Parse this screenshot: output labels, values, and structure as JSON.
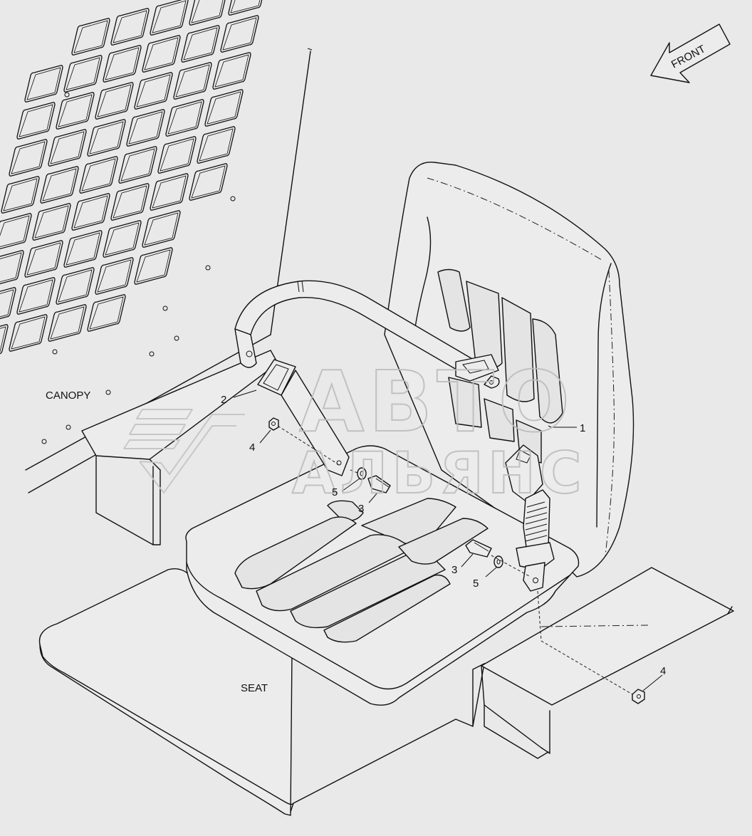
{
  "labels": {
    "front": "FRONT",
    "canopy": "CANOPY",
    "seat": "SEAT"
  },
  "callouts": [
    "1",
    "2",
    "3",
    "3",
    "4",
    "4",
    "5",
    "5"
  ],
  "watermark": {
    "line1": "АВТО",
    "line2": "АЛЬЯНС"
  }
}
